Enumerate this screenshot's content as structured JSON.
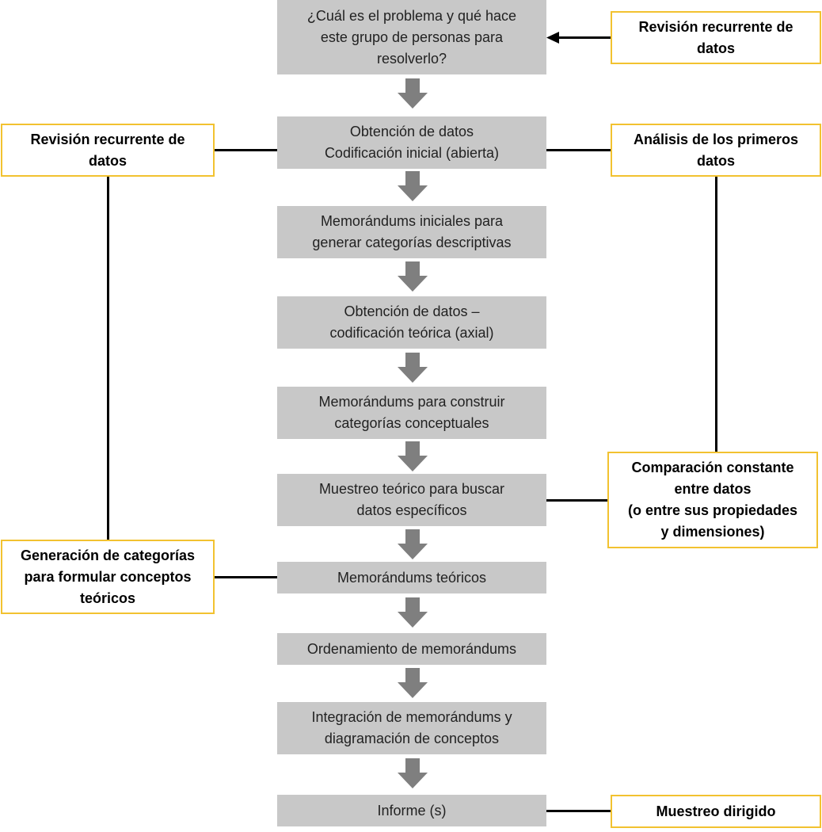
{
  "steps": [
    "¿Cuál es el problema y qué hace\neste grupo de personas para\nresolverlo?",
    "Obtención de datos\nCodificación inicial (abierta)",
    "Memorándums iniciales para\ngenerar categorías descriptivas",
    "Obtención de datos –\ncodificación teórica (axial)",
    "Memorándums para construir\ncategorías conceptuales",
    "Muestreo teórico para buscar\ndatos específicos",
    "Memorándums teóricos",
    "Ordenamiento de memorándums",
    "Integración de memorándums y\ndiagramación de conceptos",
    "Informe (s)"
  ],
  "side_boxes": {
    "revision_top_right": "Revisión recurrente de\ndatos",
    "revision_left": "Revisión recurrente de\ndatos",
    "analisis_right": "Análisis de los primeros\ndatos",
    "comparacion_right": "Comparación constante\nentre datos\n(o entre sus propiedades\ny dimensiones)",
    "generacion_left": "Generación de categorías\npara formular conceptos\nteóricos",
    "muestreo_dirigido": "Muestreo dirigido"
  },
  "colors": {
    "step_fill": "#c8c8c8",
    "arrow_fill": "#7f7f7f",
    "side_border": "#f2c230",
    "connector": "#000000"
  }
}
